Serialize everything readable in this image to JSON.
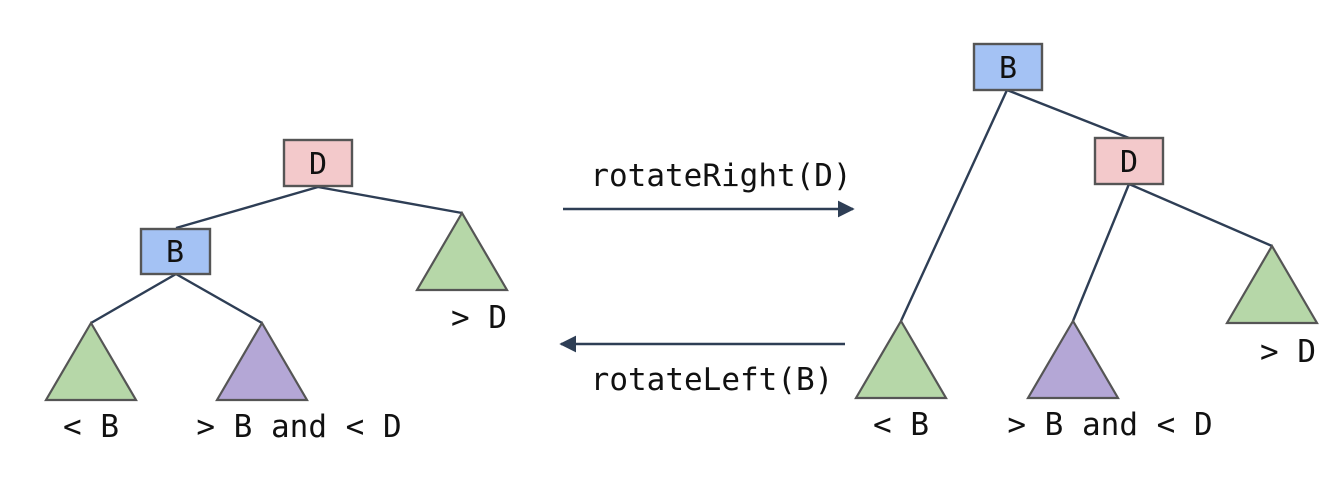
{
  "colors": {
    "red_node": "#f3c9cb",
    "blue_node": "#a4c2f4",
    "green_subtree": "#b6d7a8",
    "purple_subtree": "#b4a7d6",
    "edge": "#2e3e55",
    "arrow": "#2e3e55"
  },
  "left_tree": {
    "root": {
      "label": "D",
      "color": "red"
    },
    "child": {
      "label": "B",
      "color": "blue"
    },
    "subtrees": [
      {
        "label": "< B",
        "color": "green"
      },
      {
        "label": "> B and < D",
        "color": "purple"
      },
      {
        "label": "> D",
        "color": "green"
      }
    ]
  },
  "operations": {
    "forward": "rotateRight(D)",
    "backward": "rotateLeft(B)"
  },
  "right_tree": {
    "root": {
      "label": "B",
      "color": "blue"
    },
    "child": {
      "label": "D",
      "color": "red"
    },
    "subtrees": [
      {
        "label": "< B",
        "color": "green"
      },
      {
        "label": "> B and < D",
        "color": "purple"
      },
      {
        "label": "> D",
        "color": "green"
      }
    ]
  }
}
